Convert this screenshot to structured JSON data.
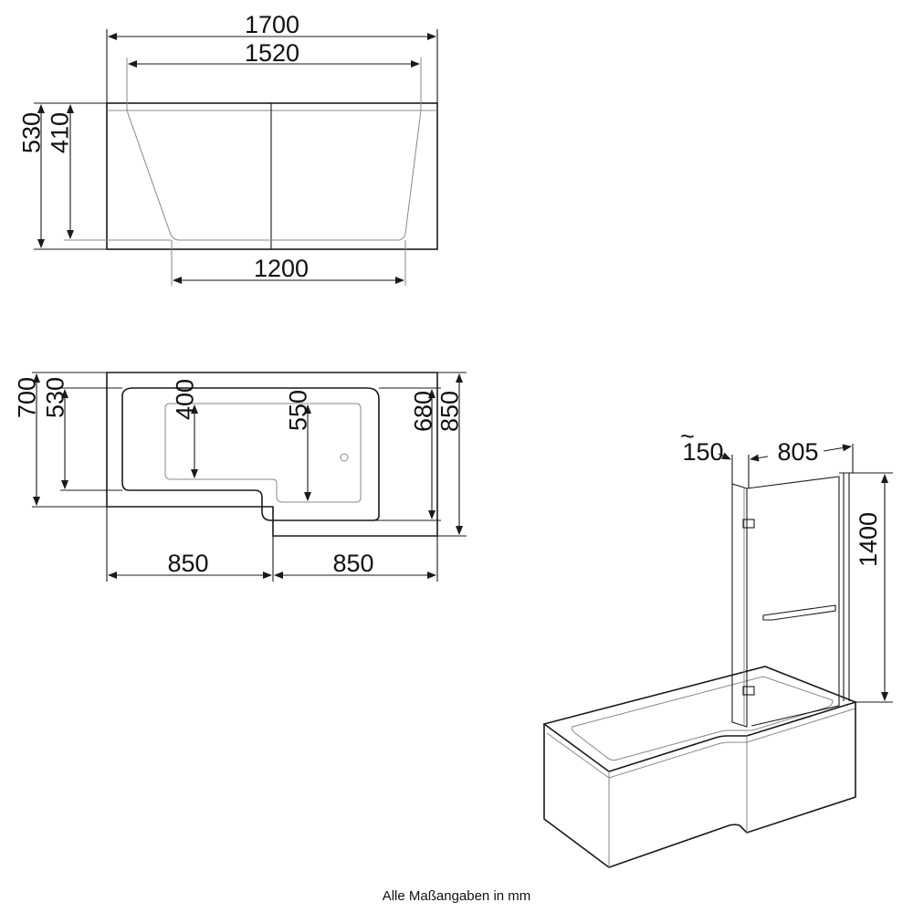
{
  "side_view": {
    "overall_length": "1700",
    "inner_rim_length": "1520",
    "bottom_length": "1200",
    "total_height": "530",
    "inner_depth": "410"
  },
  "top_view": {
    "overall_width_left": "700",
    "inner_width_left": "530",
    "basin_width_left": "400",
    "basin_width_right": "550",
    "inner_width_right": "680",
    "overall_width_right": "850",
    "length_left_section": "850",
    "length_right_section": "850"
  },
  "iso_view": {
    "hinge_panel_width": "150",
    "door_panel_width": "805",
    "screen_height": "1400"
  },
  "footnote": "Alle Maßangaben in mm",
  "colors": {
    "line": "#1a1a1a",
    "thin_line": "#888888",
    "background": "#ffffff"
  }
}
